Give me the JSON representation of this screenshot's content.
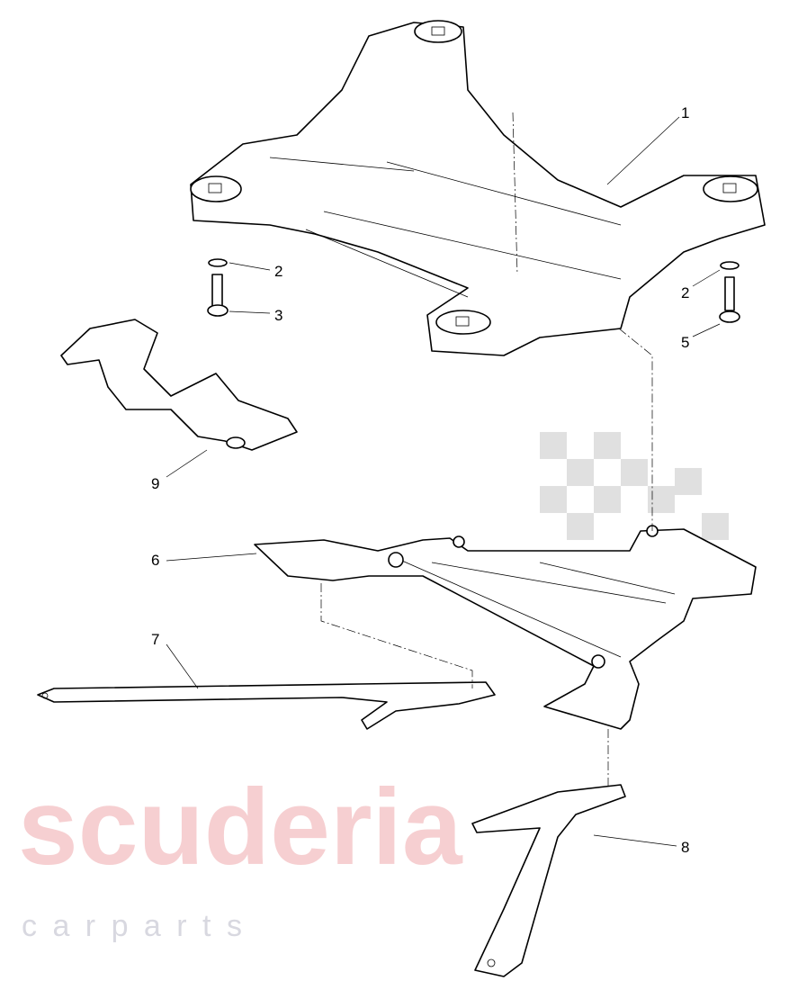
{
  "watermark": {
    "brand": "scuderia",
    "sub": "c a r   p a r t s",
    "color": "#f4c6c8"
  },
  "callouts": [
    {
      "id": "1",
      "part": "subframe"
    },
    {
      "id": "2",
      "part": "washer-left"
    },
    {
      "id": "3",
      "part": "bolt-left"
    },
    {
      "id": "2",
      "part": "washer-right"
    },
    {
      "id": "5",
      "part": "bolt-right"
    },
    {
      "id": "9",
      "part": "bracket"
    },
    {
      "id": "6",
      "part": "reinforcement-frame"
    },
    {
      "id": "7",
      "part": "strut-left"
    },
    {
      "id": "8",
      "part": "strut-right"
    }
  ]
}
